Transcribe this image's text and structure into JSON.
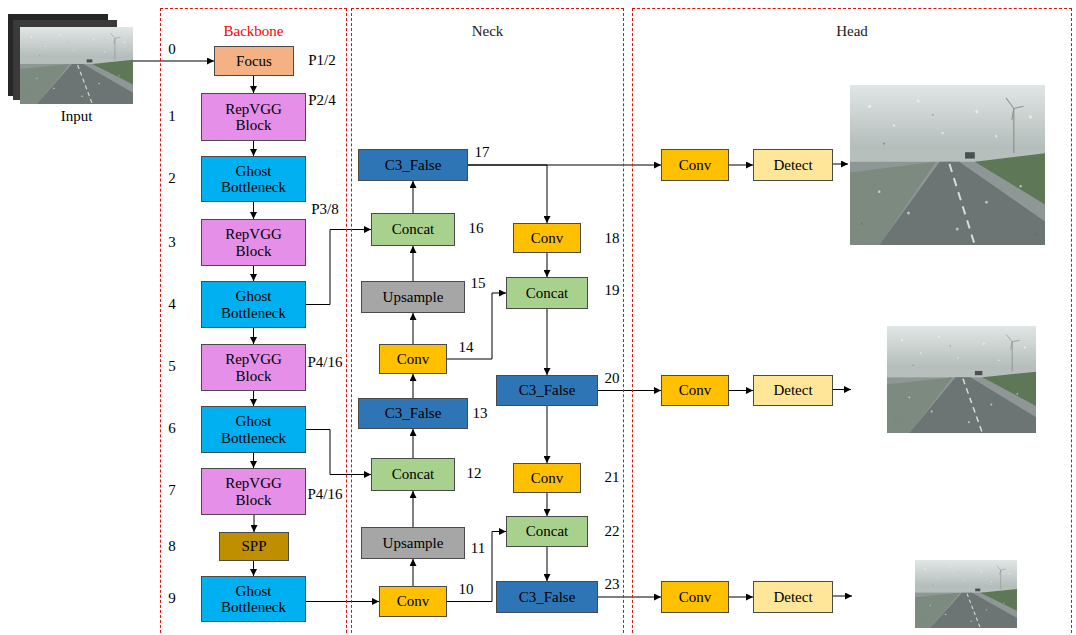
{
  "diagram": {
    "nodes": [
      {
        "text": [
          "Backbone"
        ]
      },
      {
        "text": [
          "Neck"
        ]
      },
      {
        "text": [
          "Head"
        ]
      },
      {
        "text": [
          "Input"
        ]
      },
      {
        "text": [
          "Focus"
        ],
        "in": 0
      },
      {
        "text": [
          "RepVGG Block"
        ],
        "in": 0
      },
      {
        "text": [
          "Ghost Bottleneck"
        ],
        "in": 0
      },
      {
        "text": [
          "RepVGG Block"
        ],
        "in": 0
      },
      {
        "text": [
          "Ghost Bottleneck"
        ],
        "in": 0
      },
      {
        "text": [
          "RepVGG Block"
        ],
        "in": 0
      },
      {
        "text": [
          "Ghost Bottleneck"
        ],
        "in": 0
      },
      {
        "text": [
          "RepVGG Block"
        ],
        "in": 0
      },
      {
        "text": [
          "SPP"
        ],
        "in": 0
      },
      {
        "text": [
          "Ghost Bottleneck"
        ],
        "in": 0
      },
      {
        "text": [
          "Conv"
        ],
        "in": 1
      },
      {
        "text": [
          "Upsample"
        ],
        "in": 1
      },
      {
        "text": [
          "Concat"
        ],
        "in": 1
      },
      {
        "text": [
          "C3_False"
        ],
        "in": 1
      },
      {
        "text": [
          "Conv"
        ],
        "in": 1
      },
      {
        "text": [
          "Upsample"
        ],
        "in": 1
      },
      {
        "text": [
          "Concat"
        ],
        "in": 1
      },
      {
        "text": [
          "C3_False"
        ],
        "in": 1
      },
      {
        "text": [
          "Conv"
        ],
        "in": 1
      },
      {
        "text": [
          "Concat"
        ],
        "in": 1
      },
      {
        "text": [
          "C3_False"
        ],
        "in": 1
      },
      {
        "text": [
          "Conv"
        ],
        "in": 1
      },
      {
        "text": [
          "Concat"
        ],
        "in": 1
      },
      {
        "text": [
          "C3_False"
        ],
        "in": 1
      },
      {
        "text": [
          "Conv"
        ],
        "in": 2
      },
      {
        "text": [
          "Detect"
        ],
        "in": 2
      },
      {
        "text": [
          "Conv"
        ],
        "in": 2
      },
      {
        "text": [
          "Detect"
        ],
        "in": 2
      },
      {
        "text": [
          "Conv"
        ],
        "in": 2
      },
      {
        "text": [
          "Detect"
        ],
        "in": 2
      }
    ],
    "edges": [
      {
        "from": 3,
        "to": 4,
        "arrow": "to"
      },
      {
        "from": 4,
        "to": 5,
        "arrow": "to"
      },
      {
        "from": 5,
        "to": 6,
        "arrow": "to"
      },
      {
        "from": 6,
        "to": 7,
        "arrow": "to"
      },
      {
        "from": 7,
        "to": 8,
        "arrow": "to"
      },
      {
        "from": 8,
        "to": 9,
        "arrow": "to"
      },
      {
        "from": 9,
        "to": 10,
        "arrow": "to"
      },
      {
        "from": 10,
        "to": 11,
        "arrow": "to"
      },
      {
        "from": 11,
        "to": 12,
        "arrow": "to"
      },
      {
        "from": 12,
        "to": 13,
        "arrow": "to"
      },
      {
        "from": 13,
        "to": 14,
        "arrow": "to"
      },
      {
        "from": 14,
        "to": 15,
        "arrow": "to"
      },
      {
        "from": 15,
        "to": 16,
        "arrow": "to"
      },
      {
        "from": 10,
        "to": 16,
        "arrow": "to"
      },
      {
        "from": 16,
        "to": 17,
        "arrow": "to"
      },
      {
        "from": 17,
        "to": 18,
        "arrow": "to"
      },
      {
        "from": 18,
        "to": 19,
        "arrow": "to"
      },
      {
        "from": 19,
        "to": 20,
        "arrow": "to"
      },
      {
        "from": 8,
        "to": 20,
        "arrow": "to"
      },
      {
        "from": 20,
        "to": 21,
        "arrow": "to"
      },
      {
        "from": 21,
        "to": 28,
        "arrow": "to"
      },
      {
        "from": 21,
        "to": 22,
        "arrow": "to"
      },
      {
        "from": 22,
        "to": 23,
        "arrow": "to"
      },
      {
        "from": 18,
        "to": 23,
        "arrow": "to"
      },
      {
        "from": 23,
        "to": 24,
        "arrow": "to"
      },
      {
        "from": 24,
        "to": 30,
        "arrow": "to"
      },
      {
        "from": 24,
        "to": 25,
        "arrow": "to"
      },
      {
        "from": 25,
        "to": 26,
        "arrow": "to"
      },
      {
        "from": 14,
        "to": 26,
        "arrow": "to"
      },
      {
        "from": 26,
        "to": 27,
        "arrow": "to"
      },
      {
        "from": 27,
        "to": 32,
        "arrow": "to"
      },
      {
        "from": 28,
        "to": 29,
        "arrow": "to"
      },
      {
        "from": 30,
        "to": 31,
        "arrow": "to"
      },
      {
        "from": 32,
        "to": 33,
        "arrow": "to"
      }
    ],
    "labels": [
      "0",
      "1",
      "2",
      "3",
      "4",
      "5",
      "6",
      "7",
      "8",
      "9",
      "10",
      "11",
      "12",
      "13",
      "14",
      "15",
      "16",
      "17",
      "18",
      "19",
      "20",
      "21",
      "22",
      "23",
      "P1/2",
      "P2/4",
      "P3/8",
      "P4/16",
      "P4/16"
    ]
  }
}
